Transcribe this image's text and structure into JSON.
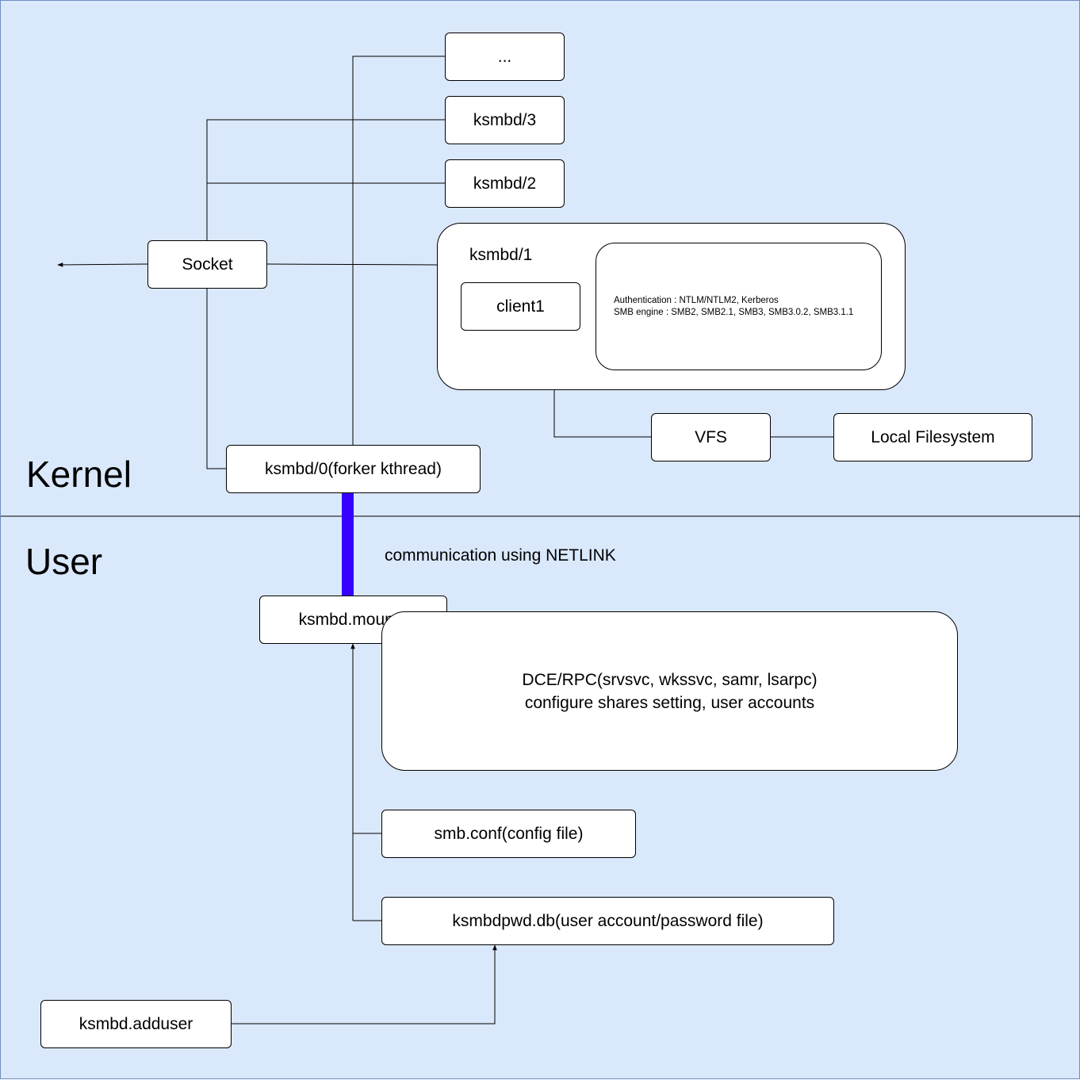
{
  "sections": {
    "kernel": "Kernel",
    "user": "User"
  },
  "nodes": {
    "ellipsis": "...",
    "ksmbd3": "ksmbd/3",
    "ksmbd2": "ksmbd/2",
    "ksmbd1": "ksmbd/1",
    "client1": "client1",
    "auth_info": "Authentication : NTLM/NTLM2, Kerberos\nSMB engine : SMB2, SMB2.1, SMB3, SMB3.0.2, SMB3.1.1",
    "socket": "Socket",
    "vfs": "VFS",
    "local_fs": "Local Filesystem",
    "forker": "ksmbd/0(forker kthread)",
    "netlink_label": "communication using NETLINK",
    "mountd": "ksmbd.mountd",
    "rpc_info": "DCE/RPC(srvsvc, wkssvc, samr, lsarpc)\nconfigure shares setting, user accounts",
    "smb_conf": "smb.conf(config file)",
    "pwd_db": "ksmbdpwd.db(user account/password file)",
    "adduser": "ksmbd.adduser"
  },
  "colors": {
    "background": "#dae8fc",
    "netlink_bar": "#3700ff",
    "line": "#000000"
  }
}
